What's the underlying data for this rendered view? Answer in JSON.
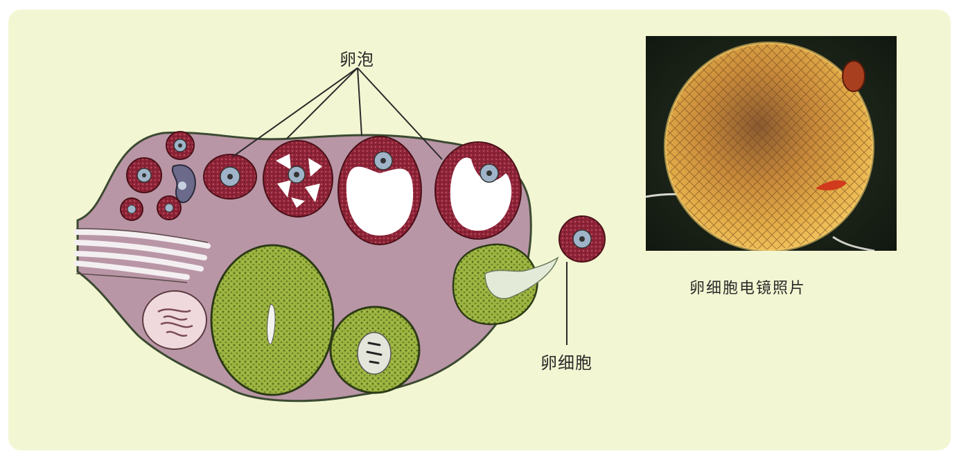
{
  "labels": {
    "follicle": "卵泡",
    "egg_cell": "卵细胞",
    "photo_caption": "卵细胞电镜照片"
  },
  "colors": {
    "background": "#f3f6d2",
    "ovary_tissue": "#b996a6",
    "follicle_wall": "#8a2233",
    "corpus_luteum": "#8da13a",
    "photo_egg": "#d79a3a"
  }
}
